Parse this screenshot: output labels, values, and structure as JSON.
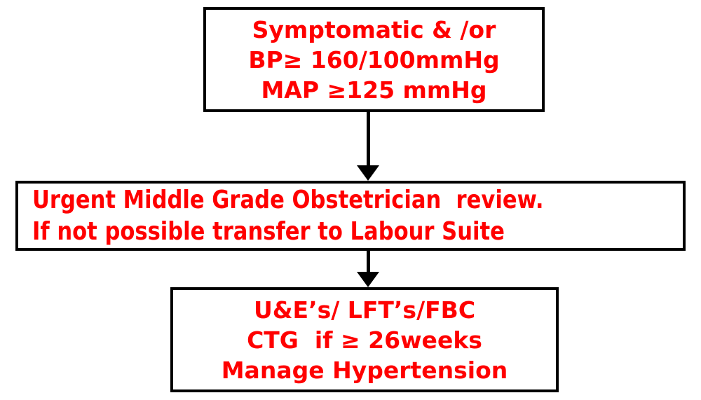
{
  "flowchart": {
    "text_color": "#ff0000",
    "line_color": "#000000",
    "background_color": "#ffffff",
    "boxes": [
      {
        "id": "criteria",
        "align": "center",
        "lines": [
          "Symptomatic & /or",
          "BP≥ 160/100mmHg",
          "MAP ≥125 mmHg"
        ]
      },
      {
        "id": "review",
        "align": "left",
        "lines": [
          "Urgent Middle Grade Obstetrician  review.",
          "If not possible transfer to Labour Suite"
        ]
      },
      {
        "id": "actions",
        "align": "center",
        "lines": [
          "U&E’s/ LFT’s/FBC",
          "CTG  if ≥ 26weeks",
          "Manage Hypertension"
        ]
      }
    ],
    "connectors": [
      {
        "from": "criteria",
        "to": "review",
        "direction": "down"
      },
      {
        "from": "review",
        "to": "actions",
        "direction": "down"
      }
    ]
  }
}
